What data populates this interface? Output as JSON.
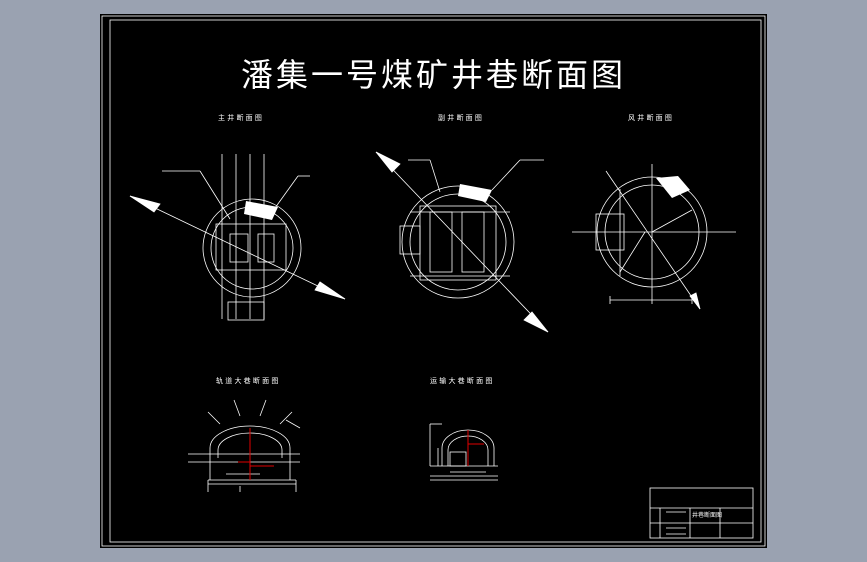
{
  "drawing": {
    "title": "潘集一号煤矿井巷断面图",
    "sections": {
      "main_shaft": "主 井 断 面 图",
      "auxiliary_shaft": "副 井 断 面 图",
      "air_shaft": "风 井 断 面 图",
      "track_roadway": "轨 道 大 巷 断 面 图",
      "transport_roadway": "运 输 大 巷 断 面 图"
    },
    "title_block": {
      "name": "井巷断面图"
    }
  },
  "colors": {
    "background": "#9aa2b1",
    "sheet": "#000000",
    "line": "#ffffff",
    "accent": "#e00000"
  }
}
